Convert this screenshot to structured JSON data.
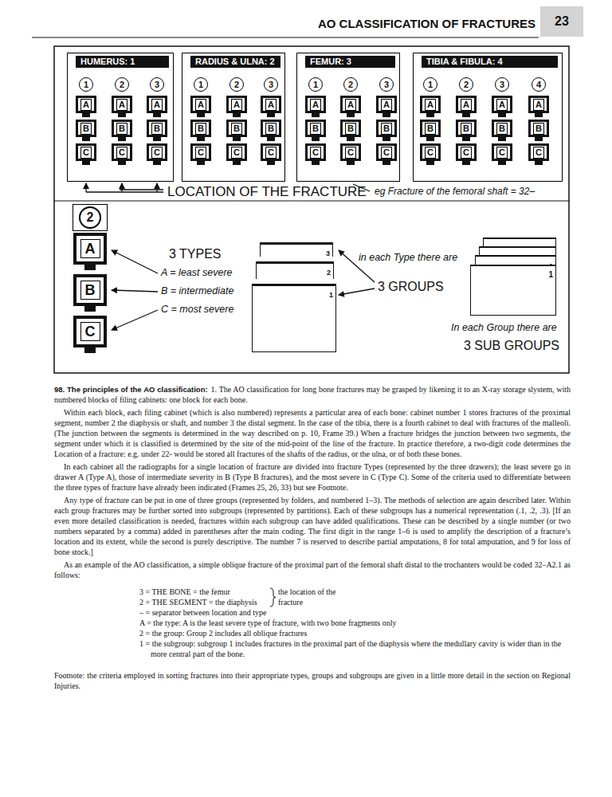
{
  "diagram": {
    "title": "AO CLASSIFICATION OF FRACTURES",
    "nodes": [
      {
        "text": [
          "23"
        ]
      },
      {
        "text": [
          "HUMERUS: 1"
        ]
      },
      {
        "text": [
          "1"
        ],
        "in": 1
      },
      {
        "text": [
          "A"
        ],
        "in": 1
      },
      {
        "text": [
          "B"
        ],
        "in": 1
      },
      {
        "text": [
          "C"
        ],
        "in": 1
      },
      {
        "text": [
          "2"
        ],
        "in": 1
      },
      {
        "text": [
          "A"
        ],
        "in": 1
      },
      {
        "text": [
          "B"
        ],
        "in": 1
      },
      {
        "text": [
          "C"
        ],
        "in": 1
      },
      {
        "text": [
          "3"
        ],
        "in": 1
      },
      {
        "text": [
          "A"
        ],
        "in": 1
      },
      {
        "text": [
          "B"
        ],
        "in": 1
      },
      {
        "text": [
          "C"
        ],
        "in": 1
      },
      {
        "text": [
          "RADIUS & ULNA: 2"
        ]
      },
      {
        "text": [
          "1"
        ],
        "in": 14
      },
      {
        "text": [
          "A"
        ],
        "in": 14
      },
      {
        "text": [
          "B"
        ],
        "in": 14
      },
      {
        "text": [
          "C"
        ],
        "in": 14
      },
      {
        "text": [
          "2"
        ],
        "in": 14
      },
      {
        "text": [
          "A"
        ],
        "in": 14
      },
      {
        "text": [
          "B"
        ],
        "in": 14
      },
      {
        "text": [
          "C"
        ],
        "in": 14
      },
      {
        "text": [
          "3"
        ],
        "in": 14
      },
      {
        "text": [
          "A"
        ],
        "in": 14
      },
      {
        "text": [
          "B"
        ],
        "in": 14
      },
      {
        "text": [
          "C"
        ],
        "in": 14
      },
      {
        "text": [
          "FEMUR: 3"
        ]
      },
      {
        "text": [
          "1"
        ],
        "in": 27
      },
      {
        "text": [
          "A"
        ],
        "in": 27
      },
      {
        "text": [
          "B"
        ],
        "in": 27
      },
      {
        "text": [
          "C"
        ],
        "in": 27
      },
      {
        "text": [
          "2"
        ],
        "in": 27
      },
      {
        "text": [
          "A"
        ],
        "in": 27
      },
      {
        "text": [
          "B"
        ],
        "in": 27
      },
      {
        "text": [
          "C"
        ],
        "in": 27
      },
      {
        "text": [
          "3"
        ],
        "in": 27
      },
      {
        "text": [
          "A"
        ],
        "in": 27
      },
      {
        "text": [
          "B"
        ],
        "in": 27
      },
      {
        "text": [
          "C"
        ],
        "in": 27
      },
      {
        "text": [
          "TIBIA & FIBULA: 4"
        ]
      },
      {
        "text": [
          "1"
        ],
        "in": 40
      },
      {
        "text": [
          "A"
        ],
        "in": 40
      },
      {
        "text": [
          "B"
        ],
        "in": 40
      },
      {
        "text": [
          "C"
        ],
        "in": 40
      },
      {
        "text": [
          "2"
        ],
        "in": 40
      },
      {
        "text": [
          "A"
        ],
        "in": 40
      },
      {
        "text": [
          "B"
        ],
        "in": 40
      },
      {
        "text": [
          "C"
        ],
        "in": 40
      },
      {
        "text": [
          "3"
        ],
        "in": 40
      },
      {
        "text": [
          "A"
        ],
        "in": 40
      },
      {
        "text": [
          "B"
        ],
        "in": 40
      },
      {
        "text": [
          "C"
        ],
        "in": 40
      },
      {
        "text": [
          "4"
        ],
        "in": 40
      },
      {
        "text": [
          "A"
        ],
        "in": 40
      },
      {
        "text": [
          "B"
        ],
        "in": 40
      },
      {
        "text": [
          "C"
        ],
        "in": 40
      },
      {
        "text": [
          "2"
        ]
      },
      {
        "text": [
          "A"
        ],
        "in": 57
      },
      {
        "text": [
          "B"
        ],
        "in": 57
      },
      {
        "text": [
          "C"
        ],
        "in": 57
      },
      {
        "text": [
          "3"
        ]
      },
      {
        "text": [
          "2"
        ]
      },
      {
        "text": [
          "1"
        ]
      },
      {
        "text": [
          ".3"
        ]
      },
      {
        "text": [
          ".2"
        ]
      },
      {
        "text": [
          ".1"
        ]
      },
      {
        "text": [
          "1"
        ]
      }
    ],
    "labels": [
      "LOCATION OF THE FRACTURE",
      "eg Fracture of the femoral shaft = 32–",
      "3 TYPES",
      "A = least severe",
      "B = intermediate",
      "C = most severe",
      "in each Type there are",
      "3 GROUPS",
      "In each Group there are",
      "3 SUB GROUPS",
      "98. The principles of the AO classification:",
      "1. The AO classification for long bone fractures may be grasped by likening it to an X-ray storage slystem, with numbered blocks of filing cabinets: one block for each bone.",
      "Within each block, each filing cabinet (which is also numbered) represents a particular area of each bone: cabinet number 1 stores fractures of the proximal segment, number 2 the diaphysis or shaft, and number 3 the distal segment. In the case of the tibia, there is a fourth cabinet to deal with fractures of the malleoli. (The junction between the segments is determined in the way described on p. 10, Frame 39.) When a fracture bridges the junction between two segments, the segment under which it is classified is determined by the site of the mid-point of the line of the fracture. In practice therefore, a two-digit code determines the Location of a fracture: e.g. under 22- would be stored all fractures of the shafts of the radius, or the ulna, or of both these bones.",
      "In each cabinet all the radiographs for a single location of fracture are divided into fracture Types (represented by the three drawers); the least severe go in drawer A (Type A), those of intermediate severity in B (Type B fractures), and the most severe in C (Type C). Some of the criteria used to differentiate between the three types of fracture have already been indicated (Frames 25, 26, 33) but see Footnote.",
      "Any type of fracture can be put in one of three groups (represented by folders, and numbered 1–3). The methods of selection are again described later. Within each group fractures may be further sorted into subgroups (represented by partitions). Each of these subgroups has a numerical representation (.1, .2, .3). [If an even more detailed classification is needed, fractures within each subgroup can have added qualifications. These can be described by a single number (or two numbers separated by a comma) added in parentheses after the main coding. The first digit in the range 1–6 is used to amplify the description of a fracture’s location and its extent, while the second is purely descriptive. The number 7 is reserved to describe partial amputations, 8 for total amputation, and 9 for loss of bone stock.]",
      "As an example of the AO classification, a simple oblique fracture of the proximal part of the femoral shaft distal to the trochanters would be coded 32–A2.1 as follows:",
      "3 = THE BONE = the femur",
      "2 = THE SEGMENT = the diaphysis",
      "the location of the fracture",
      "– = separator between location and type",
      "A = the type: A is the least severe type of fracture, with two bone fragments only",
      "2 = the group: Group 2 includes all oblique fractures",
      "1 = the subgroup: subgroup 1 includes fractures in the proximal part of the diaphysis where the medullary cavity is wider than in the more central part of the bone.",
      "Footnote: the criteria employed in sorting fractures into their appropriate types, groups and subgroups are given in a little more detail in the section on Regional Injuries."
    ]
  }
}
